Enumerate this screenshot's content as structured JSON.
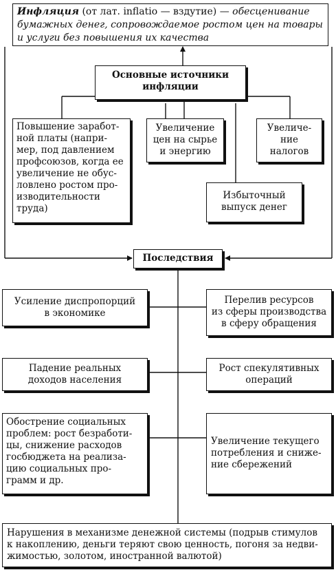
{
  "definition": {
    "term": "Инфляция",
    "origin": " (от лат. inflatio — вздутие) — ",
    "line1": "обесценивание",
    "line2": "бумажных денег, сопровождаемое ростом цен на товары",
    "line3": "и услуги без повышения их качества"
  },
  "sources": {
    "title_line1": "Основные источники",
    "title_line2": "инфляции",
    "wages": [
      "Повышение заработ-",
      "ной платы (напри-",
      "мер, под давлением",
      "профсоюзов, когда ее",
      "увеличение не обус-",
      "ловлено ростом про-",
      "изводительности",
      "труда)"
    ],
    "raw": [
      "Увеличение",
      "цен на сырье",
      "и энергию"
    ],
    "taxes": [
      "Увеличе-",
      "ние",
      "налогов"
    ],
    "money": [
      "Избыточный",
      "выпуск денег"
    ]
  },
  "consequences": {
    "title": "Последствия",
    "items": [
      {
        "lines": [
          "Усиление диспропорций",
          "в экономике"
        ]
      },
      {
        "lines": [
          "Перелив ресурсов",
          "из сферы производства",
          "в сферу обращения"
        ]
      },
      {
        "lines": [
          "Падение реальных",
          "доходов населения"
        ]
      },
      {
        "lines": [
          "Рост спекулятивных",
          "операций"
        ]
      },
      {
        "lines": [
          "Обострение социальных",
          "проблем: рост безработи-",
          "цы, снижение расходов",
          "госбюджета на реализа-",
          "цию социальных про-",
          "грамм и др."
        ]
      },
      {
        "lines": [
          "Увеличение текущего",
          "потребления и сниже-",
          "ние сбережений"
        ]
      }
    ],
    "bottom": [
      "Нарушения в механизме денежной системы (подрыв стимулов",
      "к накоплению, деньги теряют свою ценность, погоня за недви-",
      "жимостью, золотом, иностранной валютой)"
    ]
  }
}
